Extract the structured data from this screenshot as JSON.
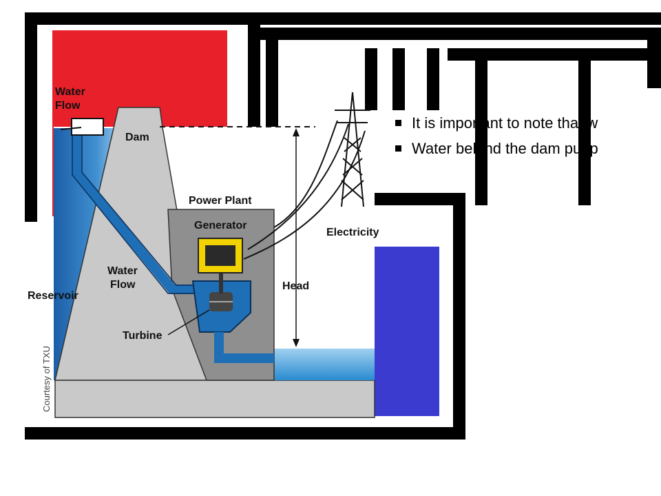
{
  "slide": {
    "bullets": [
      "It is important to note that w",
      "Water behind the dam put p"
    ]
  },
  "diagram": {
    "labels": {
      "water_flow_top_1": "Water",
      "water_flow_top_2": "Flow",
      "dam": "Dam",
      "power_plant": "Power Plant",
      "generator": "Generator",
      "electricity": "Electricity",
      "water_flow_mid_1": "Water",
      "water_flow_mid_2": "Flow",
      "reservoir": "Reservoir",
      "head": "Head",
      "turbine": "Turbine",
      "credit": "Courtesy of TXU"
    }
  },
  "colors": {
    "logo_red": "#e8202a",
    "logo_blue": "#3b3bd0",
    "water": "#1e6fb5",
    "dam_gray": "#c9c9c9",
    "plant_gray": "#8f8f8f",
    "generator_yellow": "#f2d200"
  }
}
